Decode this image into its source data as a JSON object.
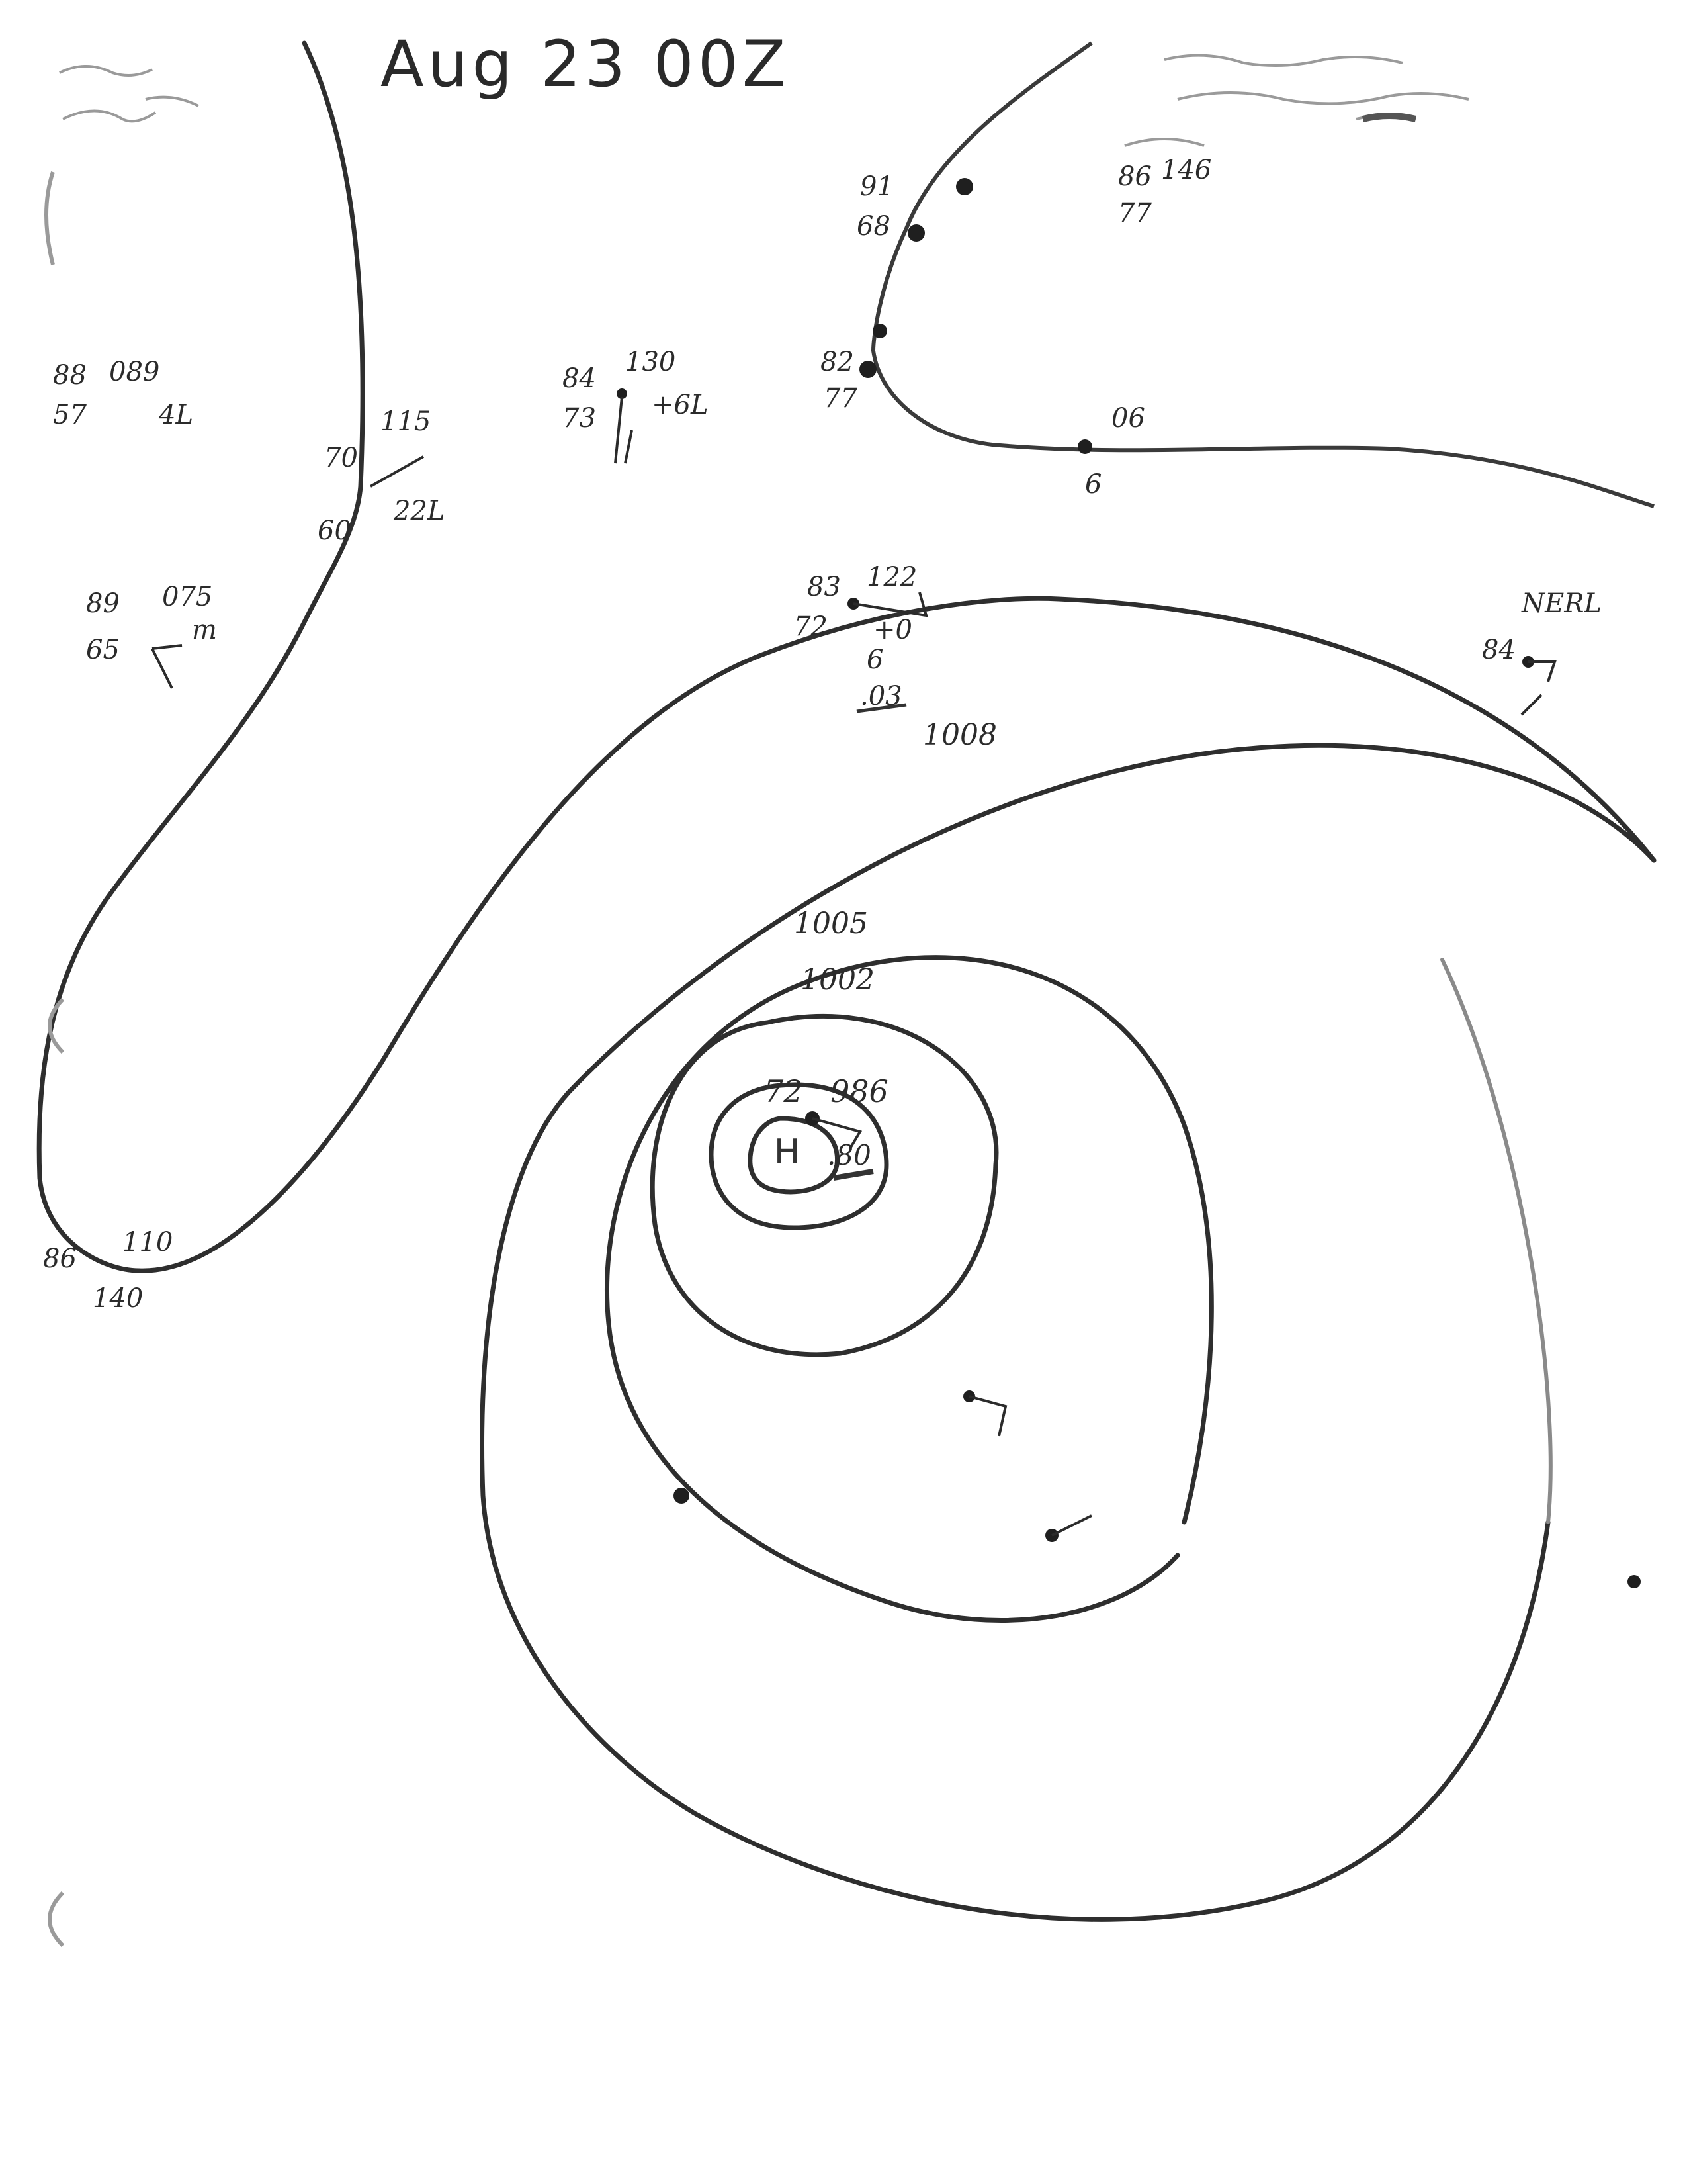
{
  "map": {
    "title": "Aug 23 00Z",
    "center_symbol": "H",
    "center_station": {
      "temp": "72",
      "pressure": "986",
      "extra": ".80"
    },
    "isobar_labels": [
      "1008",
      "1005",
      "1002"
    ],
    "station_plots": [
      {
        "top": "89",
        "bottom": "65",
        "right": "075",
        "far": "m"
      },
      {
        "top": "70",
        "right": "115",
        "bottom": "60",
        "note": "22L"
      },
      {
        "top": "88",
        "right": "089",
        "bottom": "57",
        "note": "4L"
      },
      {
        "top": "84",
        "right": "130",
        "bottom": "73",
        "note": "+6L"
      },
      {
        "top": "83",
        "right": "122",
        "bottom": "72",
        "tendency": "+0",
        "extra1": "6",
        "extra2": ".03"
      },
      {
        "top": "86",
        "right": "110",
        "bottom": "140"
      },
      {
        "label": "NERL",
        "top": "84"
      },
      {
        "top": "91",
        "bottom": "68"
      },
      {
        "top": "82",
        "bottom": "77"
      },
      {
        "top": "86",
        "right": "146",
        "bottom": "77"
      },
      {
        "right": "06"
      },
      {
        "right": "6"
      }
    ]
  },
  "colors": {
    "ink": "#2b2b2b",
    "paper": "#ffffff",
    "faint": "#9a9a9a"
  },
  "icons": [
    "hurricane-center-symbol",
    "station-dot",
    "wind-barb"
  ]
}
